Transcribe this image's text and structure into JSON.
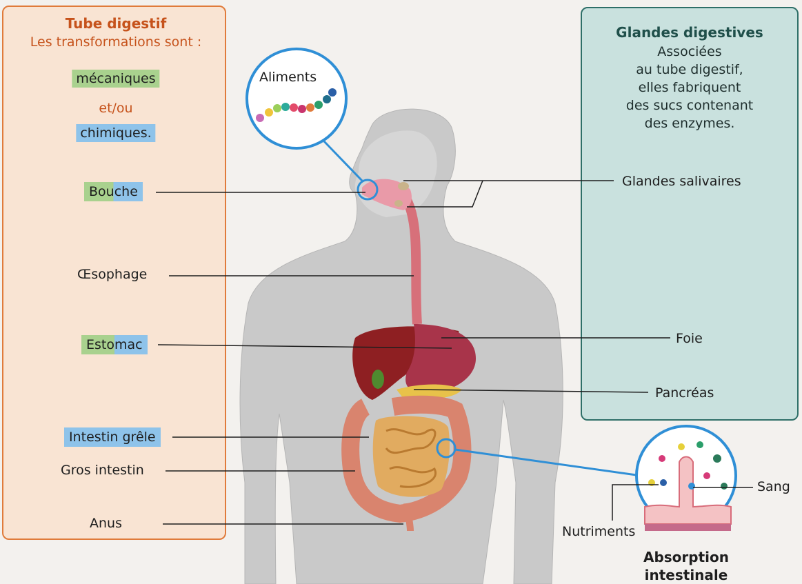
{
  "left_panel": {
    "title": "Tube digestif",
    "subtitle": "Les transformations sont :",
    "mechanical": "mécaniques",
    "connector": "et/ou",
    "chemical": "chimiques."
  },
  "right_panel": {
    "title": "Glandes digestives",
    "lines": [
      "Associées",
      "au tube digestif,",
      "elles fabriquent",
      "des sucs contenant",
      "des enzymes."
    ]
  },
  "labels": {
    "bouche": "Bouche",
    "oesophage": "Œsophage",
    "estomac": "Estomac",
    "intestin_grele": "Intestin grêle",
    "gros_intestin": "Gros intestin",
    "anus": "Anus",
    "glandes_salivaires": "Glandes salivaires",
    "foie": "Foie",
    "pancreas": "Pancréas",
    "sang": "Sang",
    "nutriments": "Nutriments"
  },
  "aliments_label": "Aliments",
  "absorption": {
    "line1": "Absorption",
    "line2": "intestinale"
  },
  "colors": {
    "mechanical_highlight": "#a9d18e",
    "chemical_highlight": "#8ec3ea",
    "left_border": "#e07b3b",
    "right_border": "#2e6f68",
    "callout_blue": "#2f8fd6"
  }
}
